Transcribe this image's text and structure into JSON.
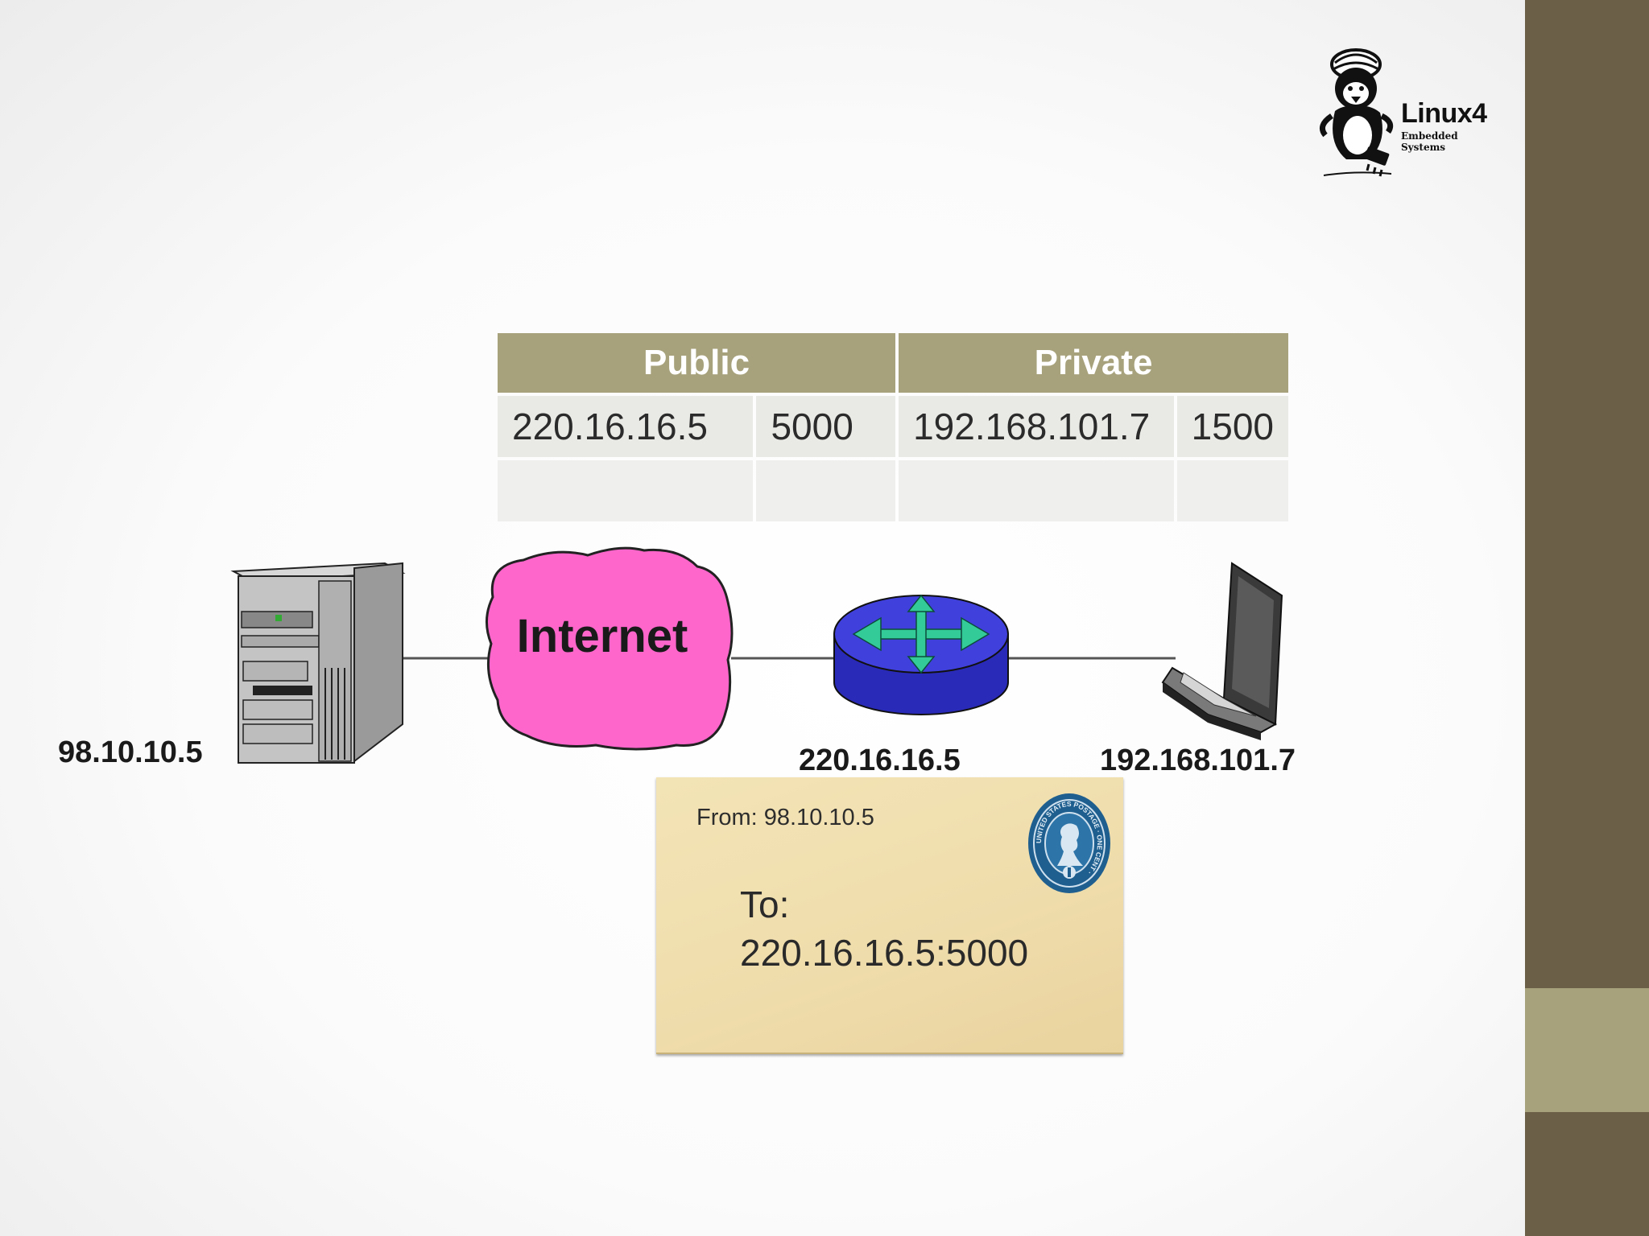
{
  "logo": {
    "name": "Linux4",
    "tagline": "Embedded Systems"
  },
  "nat_table": {
    "headers": [
      "Public",
      "Private"
    ],
    "rows": [
      [
        "220.16.16.5",
        "5000",
        "192.168.101.7",
        "1500"
      ],
      [
        "",
        "",
        "",
        ""
      ]
    ]
  },
  "network": {
    "cloud_label": "Internet",
    "server_ip": "98.10.10.5",
    "router_ip": "220.16.16.5",
    "laptop_ip": "192.168.101.7"
  },
  "envelope": {
    "from": "From: 98.10.10.5",
    "to_label": "To:",
    "to_address": "220.16.16.5:5000",
    "stamp_text": "UNITED STATES POSTAGE · ONE CENT ·"
  },
  "colors": {
    "sidebar": "#6b5f47",
    "accent": "#a7a27c",
    "cloud": "#ff66cc",
    "router": "#3333cc",
    "arrows": "#33cc99",
    "envelope": "#efdcab",
    "stamp": "#1f5f8f"
  }
}
